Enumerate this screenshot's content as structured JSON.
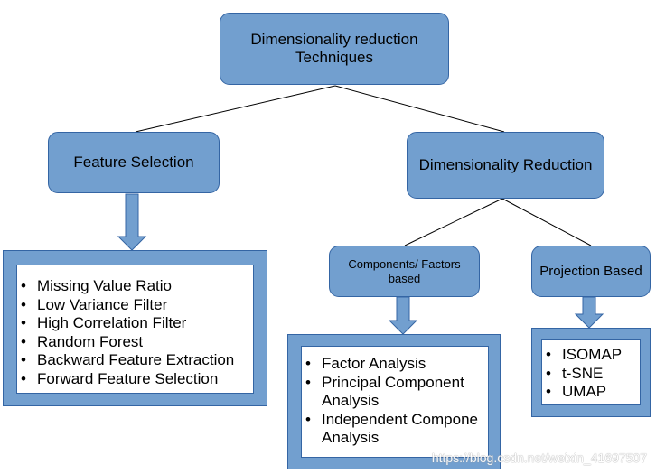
{
  "root": {
    "line1": "Dimensionality reduction",
    "line2": "Techniques"
  },
  "feature_selection": {
    "title": "Feature Selection",
    "items": [
      "Missing Value Ratio",
      "Low Variance Filter",
      "High Correlation Filter",
      "Random Forest",
      "Backward Feature Extraction",
      "Forward Feature Selection"
    ]
  },
  "dimensionality_reduction": {
    "title": "Dimensionality Reduction",
    "components": {
      "line1": "Components/ Factors",
      "line2": "based",
      "items": [
        {
          "line1": "Factor Analysis",
          "line2": ""
        },
        {
          "line1": "Principal Component",
          "line2": "Analysis"
        },
        {
          "line1": "Independent Compone",
          "line2": "Analysis"
        }
      ]
    },
    "projection": {
      "title": "Projection Based",
      "items": [
        "ISOMAP",
        "t-SNE",
        "UMAP"
      ]
    }
  },
  "bullet_glyph": "•",
  "watermark": "https://blog.csdn.net/weixin_41697507",
  "colors": {
    "node_fill": "#729fcf",
    "node_border": "#3465a4",
    "line": "#000000"
  }
}
